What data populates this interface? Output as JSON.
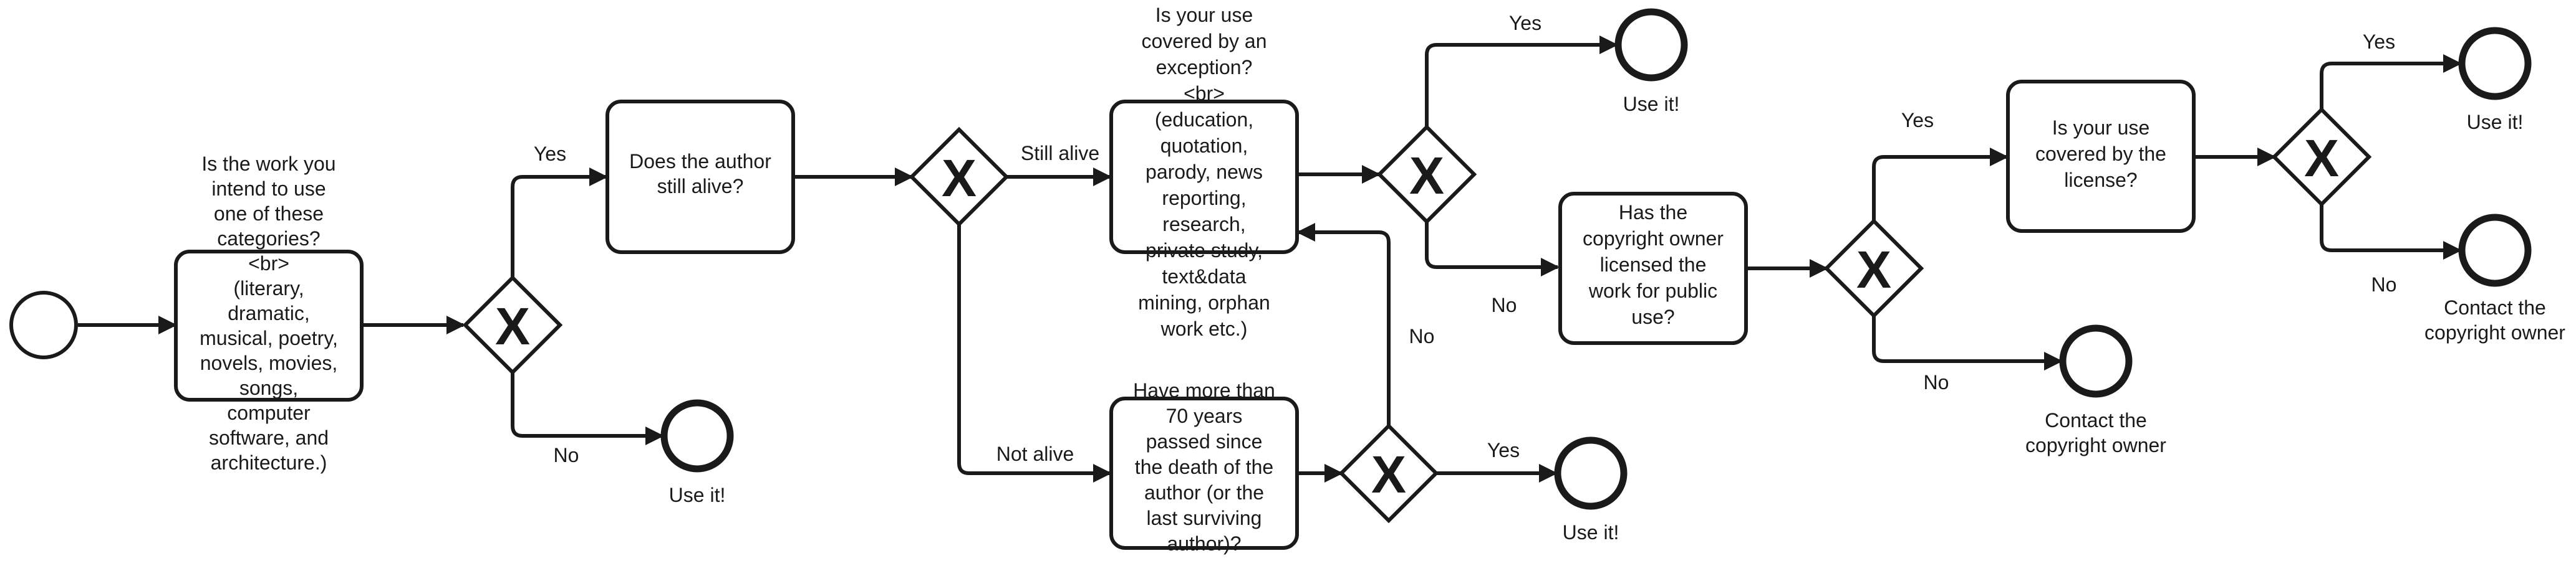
{
  "diagram": {
    "nodes": {
      "start": {},
      "q_category": {
        "lines": [
          "Is the work you",
          "intend to use",
          "one of these",
          "categories?",
          "<br>",
          "(literary,",
          "dramatic,",
          "musical, poetry,",
          "novels, movies,",
          "songs,",
          "computer",
          "software, and",
          "architecture.)"
        ]
      },
      "gw_category": {
        "symbol": "X"
      },
      "use_it_1": {
        "label": "Use it!"
      },
      "q_alive": {
        "lines": [
          "Does the author",
          "still alive?"
        ]
      },
      "gw_alive": {
        "symbol": "X"
      },
      "q_exception": {
        "lines": [
          "Is your use",
          "covered by an",
          "exception?",
          "<br>",
          "(education,",
          "quotation,",
          "parody, news",
          "reporting,",
          "research,",
          "private study,",
          "text&data",
          "mining, orphan",
          "work etc.)"
        ]
      },
      "q_70years": {
        "lines": [
          "Have more than",
          "70 years",
          "passed since",
          "the death of the",
          "author (or the",
          "last surviving",
          "author)?"
        ]
      },
      "gw_exception": {
        "symbol": "X"
      },
      "use_it_2": {
        "label": "Use it!"
      },
      "gw_70years": {
        "symbol": "X"
      },
      "use_it_3": {
        "label": "Use it!"
      },
      "q_licensed": {
        "lines": [
          "Has the",
          "copyright owner",
          "licensed the",
          "work for public",
          "use?"
        ]
      },
      "gw_licensed": {
        "symbol": "X"
      },
      "contact_1": {
        "lines": [
          "Contact the",
          "copyright owner"
        ]
      },
      "q_license_cover": {
        "lines": [
          "Is your use",
          "covered by the",
          "license?"
        ]
      },
      "gw_license_cover": {
        "symbol": "X"
      },
      "use_it_4": {
        "label": "Use it!"
      },
      "contact_2": {
        "lines": [
          "Contact the",
          "copyright owner"
        ]
      }
    },
    "edges": {
      "e_cat_yes": {
        "label": "Yes"
      },
      "e_cat_no": {
        "label": "No"
      },
      "e_still_alive": {
        "label": "Still alive"
      },
      "e_not_alive": {
        "label": "Not alive"
      },
      "e_exc_yes": {
        "label": "Yes"
      },
      "e_exc_no": {
        "label": "No"
      },
      "e_70_yes": {
        "label": "Yes"
      },
      "e_70_no": {
        "label": "No"
      },
      "e_lic_yes": {
        "label": "Yes"
      },
      "e_lic_no": {
        "label": "No"
      },
      "e_cov_yes": {
        "label": "Yes"
      },
      "e_cov_no": {
        "label": "No"
      }
    }
  }
}
